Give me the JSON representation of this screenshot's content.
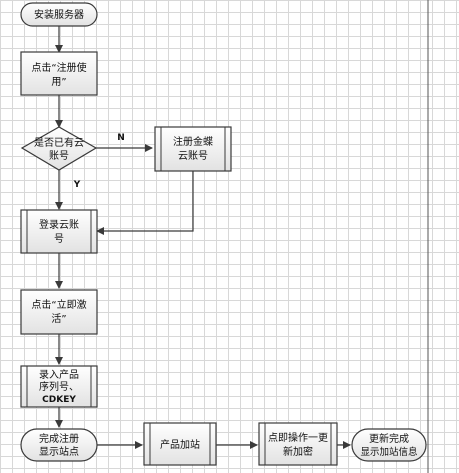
{
  "nodes": {
    "install_server": {
      "lines": [
        "安装服务器"
      ]
    },
    "click_register": {
      "lines": [
        "点击“注册使",
        "用”"
      ]
    },
    "has_cloud_account": {
      "lines": [
        "是否已有云",
        "账号"
      ]
    },
    "register_kingdee": {
      "lines": [
        "注册金蝶",
        "云账号"
      ]
    },
    "login_cloud": {
      "lines": [
        "登录云账",
        "号"
      ]
    },
    "click_activate": {
      "lines": [
        "点击“立即激",
        "活”"
      ]
    },
    "enter_serial": {
      "lines": [
        "录入产品",
        "序列号、",
        "CDKEY"
      ]
    },
    "finish_register": {
      "lines": [
        "完成注册",
        "显示站点"
      ]
    },
    "product_join": {
      "lines": [
        "产品加站"
      ]
    },
    "update_encrypt": {
      "lines": [
        "点即操作一更",
        "新加密"
      ]
    },
    "update_finish": {
      "lines": [
        "更新完成",
        "显示加站信息"
      ]
    }
  },
  "edges": {
    "no_label": "N",
    "yes_label": "Y"
  },
  "colors": {
    "stroke": "#3a3a3a",
    "fill_top": "#ffffff",
    "fill_bottom": "#e4e4e4",
    "grid": "#d8d8d8"
  }
}
